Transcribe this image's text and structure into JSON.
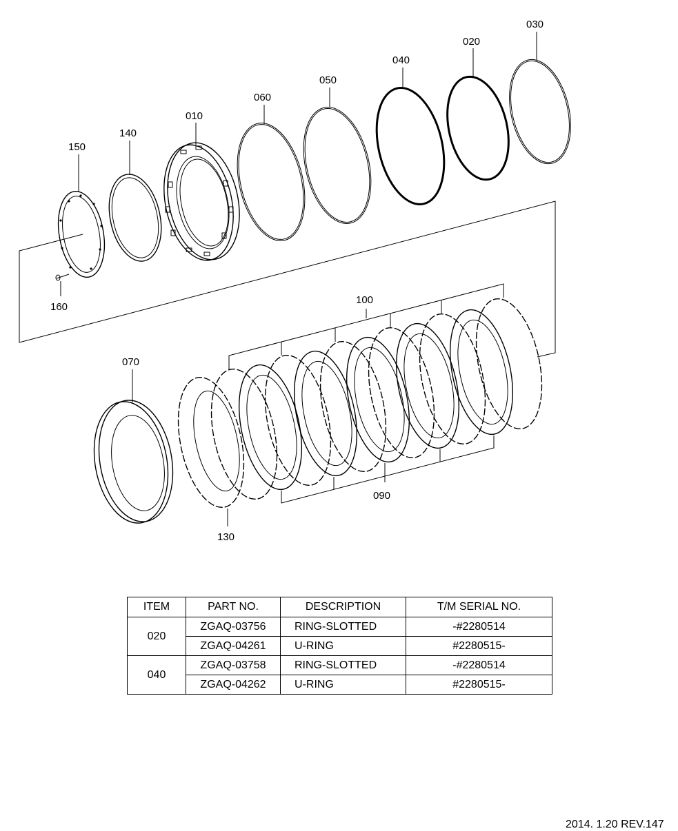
{
  "callouts": {
    "c010": "010",
    "c020": "020",
    "c030": "030",
    "c040": "040",
    "c050": "050",
    "c060": "060",
    "c070": "070",
    "c090": "090",
    "c100": "100",
    "c130": "130",
    "c140": "140",
    "c150": "150",
    "c160": "160"
  },
  "table": {
    "headers": [
      "ITEM",
      "PART NO.",
      "DESCRIPTION",
      "T/M SERIAL NO."
    ],
    "groups": [
      {
        "item": "020",
        "rows": [
          {
            "part_no": "ZGAQ-03756",
            "description": "RING-SLOTTED",
            "serial": "-#2280514"
          },
          {
            "part_no": "ZGAQ-04261",
            "description": "U-RING",
            "serial": "#2280515-"
          }
        ]
      },
      {
        "item": "040",
        "rows": [
          {
            "part_no": "ZGAQ-03758",
            "description": "RING-SLOTTED",
            "serial": "-#2280514"
          },
          {
            "part_no": "ZGAQ-04262",
            "description": "U-RING",
            "serial": "#2280515-"
          }
        ]
      }
    ]
  },
  "footer": "2014. 1.20 REV.147"
}
